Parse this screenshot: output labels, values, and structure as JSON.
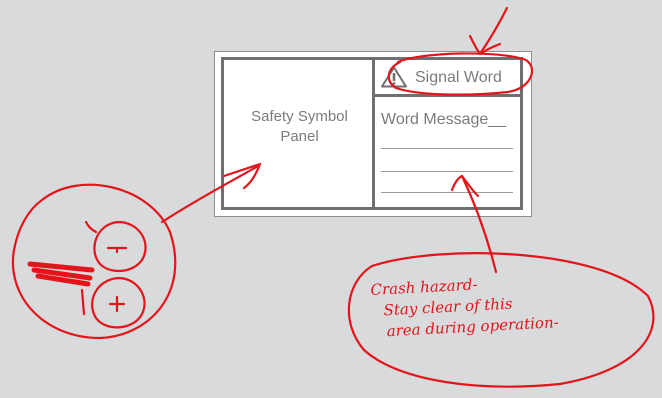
{
  "safety_label": {
    "symbol_panel": {
      "line1": "Safety Symbol",
      "line2": "Panel"
    },
    "signal_word": "Signal Word",
    "word_message": "Word Message__"
  },
  "icons": {
    "warning": "warning-triangle-icon"
  },
  "annotation": {
    "line1": "Crash hazard-",
    "line2": "Stay clear of this",
    "line3": "area during operation-"
  },
  "colors": {
    "ink": "#e3151b",
    "label_border": "#6e6f71",
    "label_text": "#7a7b7d",
    "background": "#d9dadb"
  }
}
